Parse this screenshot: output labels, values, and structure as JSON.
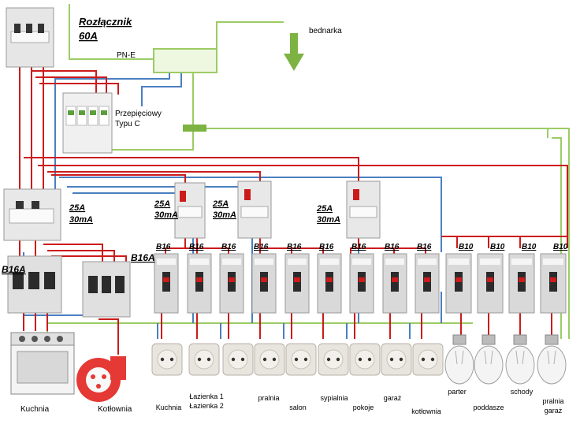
{
  "main_switch": {
    "title_line1": "Rozłącznik",
    "title_line2": "60A"
  },
  "pe_label": "PN-E",
  "ground_label": "bednarka",
  "surge": {
    "line1": "Przepięciowy",
    "line2": "Typu C"
  },
  "rcd_labels": [
    {
      "line1": "25A",
      "line2": "30mA"
    },
    {
      "line1": "25A",
      "line2": "30mA"
    },
    {
      "line1": "25A",
      "line2": "30mA"
    },
    {
      "line1": "25A",
      "line2": "30mA"
    }
  ],
  "breaker_labels": {
    "b16a_left": "B16A",
    "b16a_right": "B16A",
    "sockets": [
      "B16",
      "B16",
      "B16",
      "B16",
      "B16",
      "B16",
      "B16",
      "B16",
      "B16"
    ],
    "lights": [
      "B10",
      "B10",
      "B10",
      "B10"
    ]
  },
  "load_labels": {
    "kuchnia_main": "Kuchnia",
    "kotlownia_main": "Kotłownia",
    "sockets": [
      {
        "line1": "Kuchnia",
        "line2": ""
      },
      {
        "line1": "Łazienka 1",
        "line2": "Łazienka 2"
      },
      {
        "line1": "pralnia",
        "line2": ""
      },
      {
        "line1": "salon",
        "line2": ""
      },
      {
        "line1": "sypialnia",
        "line2": ""
      },
      {
        "line1": "pokoje",
        "line2": ""
      },
      {
        "line1": "garaż",
        "line2": ""
      },
      {
        "line1": "kotłownia",
        "line2": ""
      }
    ],
    "lights": [
      {
        "line1": "parter",
        "line2": ""
      },
      {
        "line1": "poddasze",
        "line2": ""
      },
      {
        "line1": "schody",
        "line2": ""
      },
      {
        "line1": "pralnia",
        "line2": "garaż"
      }
    ]
  },
  "colors": {
    "phase": "#cc1b1b",
    "neutral": "#4a7fc0",
    "pe": "#9ccc65",
    "ground_arrow": "#7cb342",
    "breaker_body": "#d9d9d9",
    "breaker_dark": "#2b2b2b",
    "socket": "#e8e4de"
  }
}
